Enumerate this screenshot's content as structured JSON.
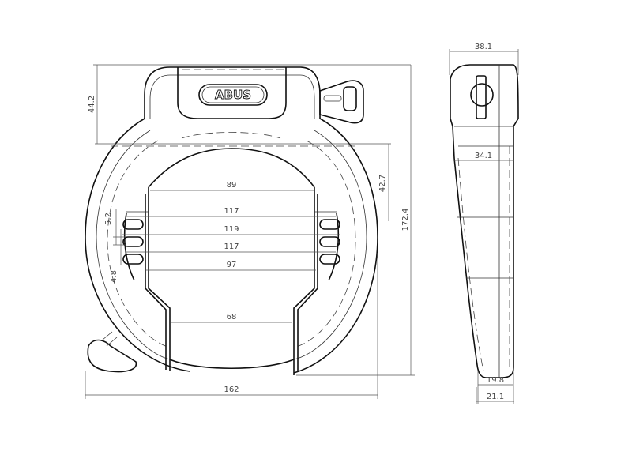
{
  "drawing": {
    "brand_logo": "ABUS",
    "front_view": {
      "dimensions": {
        "top_height": "44.2",
        "upper_ring_height": "42.7",
        "total_height": "172.4",
        "total_width": "162",
        "inner_width_top": "89",
        "slot_span_upper": "117",
        "slot_span_middle": "119",
        "slot_span_lower": "117",
        "plate_span": "97",
        "opening_width": "68",
        "slot_pitch_upper": "5.2",
        "slot_pitch_lower": "4.8"
      }
    },
    "side_view": {
      "dimensions": {
        "top_depth": "38.1",
        "body_depth": "34.1",
        "bottom_depth_inner": "19.8",
        "bottom_depth_outer": "21.1"
      }
    },
    "line_color": "#111111"
  }
}
